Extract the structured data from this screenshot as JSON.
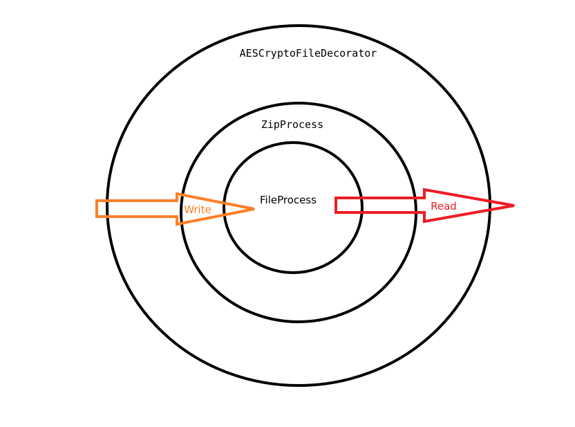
{
  "layers": {
    "outer": {
      "label": "AESCryptoFileDecorator"
    },
    "middle": {
      "label": "ZipProcess"
    },
    "inner": {
      "label": "FileProcess"
    }
  },
  "arrows": {
    "write": {
      "label": "Write",
      "color": "#ff7f27"
    },
    "read": {
      "label": "Read",
      "color": "#ed1c24"
    }
  },
  "colors": {
    "ring_stroke": "#000000",
    "background": "#ffffff"
  }
}
